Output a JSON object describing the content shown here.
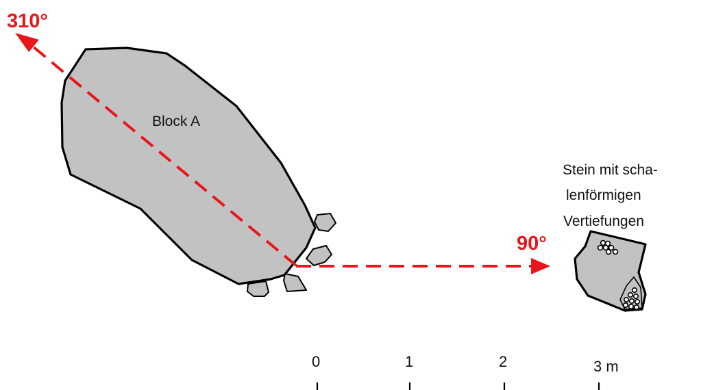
{
  "directions": {
    "dir_310": "310°",
    "dir_90": "90°"
  },
  "block": {
    "label": "Block A"
  },
  "stone": {
    "label_lines": [
      "Stein mit scha-",
      "lenförmigen",
      "Vertiefungen"
    ]
  },
  "scale": {
    "ticks": [
      "0",
      "1",
      "2",
      "3 m"
    ]
  },
  "colors": {
    "arrow": "#e8161b",
    "rock_fill": "#c2c2c2",
    "outline": "#000000"
  }
}
